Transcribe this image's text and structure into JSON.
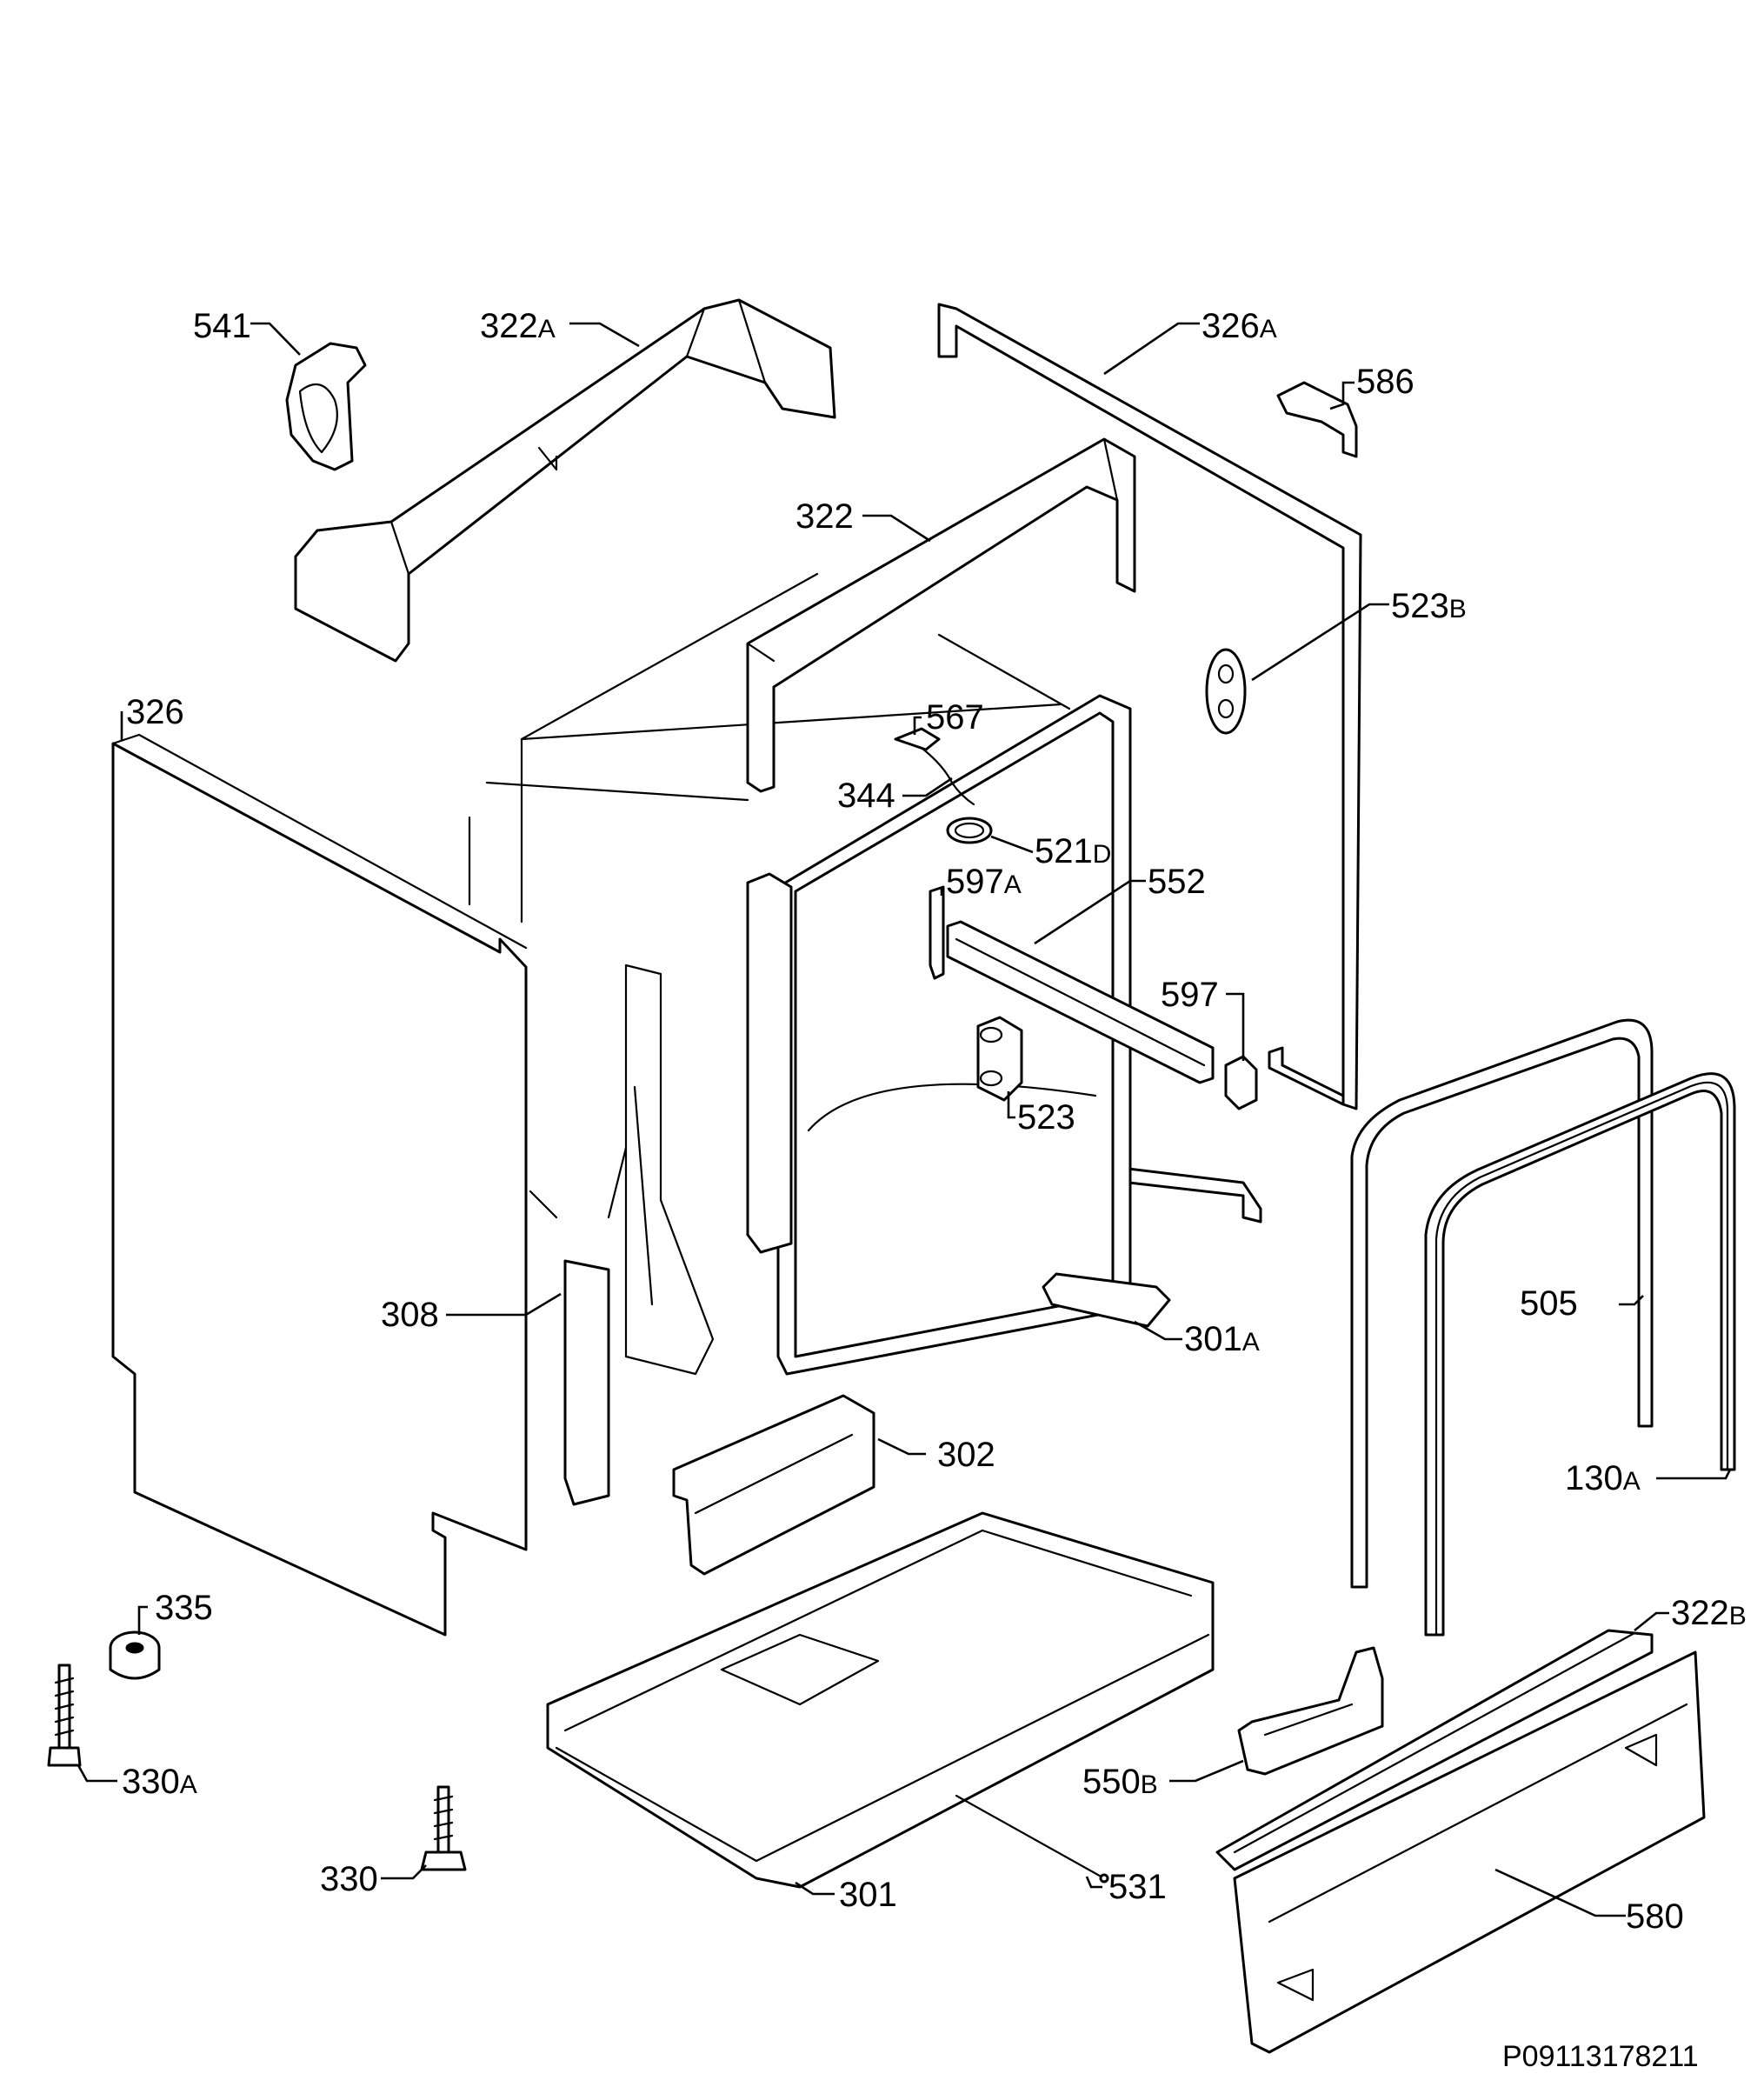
{
  "diagram": {
    "drawing_code": "P09113178211",
    "labels": [
      {
        "id": "541",
        "num": "541",
        "suffix": ""
      },
      {
        "id": "322A",
        "num": "322",
        "suffix": "A"
      },
      {
        "id": "326A",
        "num": "326",
        "suffix": "A"
      },
      {
        "id": "586",
        "num": "586",
        "suffix": ""
      },
      {
        "id": "322",
        "num": "322",
        "suffix": ""
      },
      {
        "id": "523B",
        "num": "523",
        "suffix": "B"
      },
      {
        "id": "326",
        "num": "326",
        "suffix": ""
      },
      {
        "id": "567",
        "num": "567",
        "suffix": ""
      },
      {
        "id": "344",
        "num": "344",
        "suffix": ""
      },
      {
        "id": "521D",
        "num": "521",
        "suffix": "D"
      },
      {
        "id": "597A",
        "num": "597",
        "suffix": "A"
      },
      {
        "id": "552",
        "num": "552",
        "suffix": ""
      },
      {
        "id": "597",
        "num": "597",
        "suffix": ""
      },
      {
        "id": "523",
        "num": "523",
        "suffix": ""
      },
      {
        "id": "308",
        "num": "308",
        "suffix": ""
      },
      {
        "id": "301A",
        "num": "301",
        "suffix": "A"
      },
      {
        "id": "505",
        "num": "505",
        "suffix": ""
      },
      {
        "id": "302",
        "num": "302",
        "suffix": ""
      },
      {
        "id": "130A",
        "num": "130",
        "suffix": "A"
      },
      {
        "id": "335",
        "num": "335",
        "suffix": ""
      },
      {
        "id": "322B",
        "num": "322",
        "suffix": "B"
      },
      {
        "id": "330A",
        "num": "330",
        "suffix": "A"
      },
      {
        "id": "550B",
        "num": "550",
        "suffix": "B"
      },
      {
        "id": "330",
        "num": "330",
        "suffix": ""
      },
      {
        "id": "301",
        "num": "301",
        "suffix": ""
      },
      {
        "id": "531",
        "num": "531",
        "suffix": ""
      },
      {
        "id": "580",
        "num": "580",
        "suffix": ""
      }
    ]
  }
}
